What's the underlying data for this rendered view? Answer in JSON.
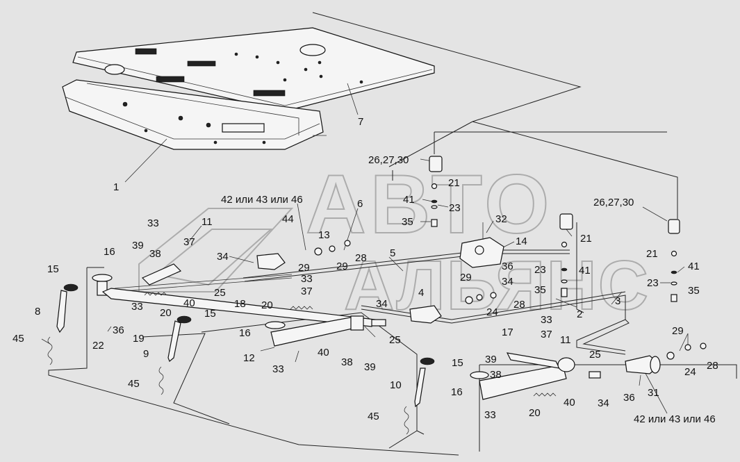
{
  "watermark": {
    "line1": "АВТО",
    "line2": "АЛЬЯНС"
  },
  "callouts": [
    {
      "id": "c1",
      "text": "1"
    },
    {
      "id": "c7",
      "text": "7"
    },
    {
      "id": "c26a",
      "text": "26,27,30"
    },
    {
      "id": "c26b",
      "text": "26,27,30"
    },
    {
      "id": "c21a",
      "text": "21"
    },
    {
      "id": "c41a",
      "text": "41"
    },
    {
      "id": "c23a",
      "text": "23"
    },
    {
      "id": "c35a",
      "text": "35"
    },
    {
      "id": "c32",
      "text": "32"
    },
    {
      "id": "c14",
      "text": "14"
    },
    {
      "id": "c21b",
      "text": "21"
    },
    {
      "id": "c21c",
      "text": "21"
    },
    {
      "id": "c41b",
      "text": "41"
    },
    {
      "id": "c23b",
      "text": "23"
    },
    {
      "id": "c35b",
      "text": "35"
    },
    {
      "id": "c41c",
      "text": "41"
    },
    {
      "id": "c23c",
      "text": "23"
    },
    {
      "id": "c35c",
      "text": "35"
    },
    {
      "id": "c42a",
      "text": "42 или 43 или 46"
    },
    {
      "id": "c6",
      "text": "6"
    },
    {
      "id": "c44",
      "text": "44"
    },
    {
      "id": "c13",
      "text": "13"
    },
    {
      "id": "c33a",
      "text": "33"
    },
    {
      "id": "c11a",
      "text": "11"
    },
    {
      "id": "c37a",
      "text": "37"
    },
    {
      "id": "c39a",
      "text": "39"
    },
    {
      "id": "c38a",
      "text": "38"
    },
    {
      "id": "c16a",
      "text": "16"
    },
    {
      "id": "c34a",
      "text": "34"
    },
    {
      "id": "c29a",
      "text": "29"
    },
    {
      "id": "c29b",
      "text": "29"
    },
    {
      "id": "c28a",
      "text": "28"
    },
    {
      "id": "c5",
      "text": "5"
    },
    {
      "id": "c36a",
      "text": "36"
    },
    {
      "id": "c34b",
      "text": "34"
    },
    {
      "id": "c29c",
      "text": "29"
    },
    {
      "id": "c33b",
      "text": "33"
    },
    {
      "id": "c37b",
      "text": "37"
    },
    {
      "id": "c15a",
      "text": "15"
    },
    {
      "id": "c8",
      "text": "8"
    },
    {
      "id": "c33c",
      "text": "33"
    },
    {
      "id": "c40a",
      "text": "40"
    },
    {
      "id": "c20a",
      "text": "20"
    },
    {
      "id": "c25a",
      "text": "25"
    },
    {
      "id": "c18",
      "text": "18"
    },
    {
      "id": "c4",
      "text": "4"
    },
    {
      "id": "c34c",
      "text": "34"
    },
    {
      "id": "c28b",
      "text": "28"
    },
    {
      "id": "c24a",
      "text": "24"
    },
    {
      "id": "c2",
      "text": "2"
    },
    {
      "id": "c3",
      "text": "3"
    },
    {
      "id": "c20b",
      "text": "20"
    },
    {
      "id": "c15b",
      "text": "15"
    },
    {
      "id": "c36b",
      "text": "36"
    },
    {
      "id": "c22",
      "text": "22"
    },
    {
      "id": "c19",
      "text": "19"
    },
    {
      "id": "c45a",
      "text": "45"
    },
    {
      "id": "c9",
      "text": "9"
    },
    {
      "id": "c16b",
      "text": "16"
    },
    {
      "id": "c12",
      "text": "12"
    },
    {
      "id": "c33d",
      "text": "33"
    },
    {
      "id": "c40b",
      "text": "40"
    },
    {
      "id": "c38b",
      "text": "38"
    },
    {
      "id": "c39b",
      "text": "39"
    },
    {
      "id": "c25b",
      "text": "25"
    },
    {
      "id": "c45b",
      "text": "45"
    },
    {
      "id": "c17",
      "text": "17"
    },
    {
      "id": "c33e",
      "text": "33"
    },
    {
      "id": "c37c",
      "text": "37"
    },
    {
      "id": "c11b",
      "text": "11"
    },
    {
      "id": "c39c",
      "text": "39"
    },
    {
      "id": "c38c",
      "text": "38"
    },
    {
      "id": "c25c",
      "text": "25"
    },
    {
      "id": "c15c",
      "text": "15"
    },
    {
      "id": "c10",
      "text": "10"
    },
    {
      "id": "c16c",
      "text": "16"
    },
    {
      "id": "c40c",
      "text": "40"
    },
    {
      "id": "c33f",
      "text": "33"
    },
    {
      "id": "c20c",
      "text": "20"
    },
    {
      "id": "c34d",
      "text": "34"
    },
    {
      "id": "c36c",
      "text": "36"
    },
    {
      "id": "c31",
      "text": "31"
    },
    {
      "id": "c29d",
      "text": "29"
    },
    {
      "id": "c24b",
      "text": "24"
    },
    {
      "id": "c28c",
      "text": "28"
    },
    {
      "id": "c42b",
      "text": "42 или 43 или 46"
    },
    {
      "id": "c45c",
      "text": "45"
    }
  ]
}
